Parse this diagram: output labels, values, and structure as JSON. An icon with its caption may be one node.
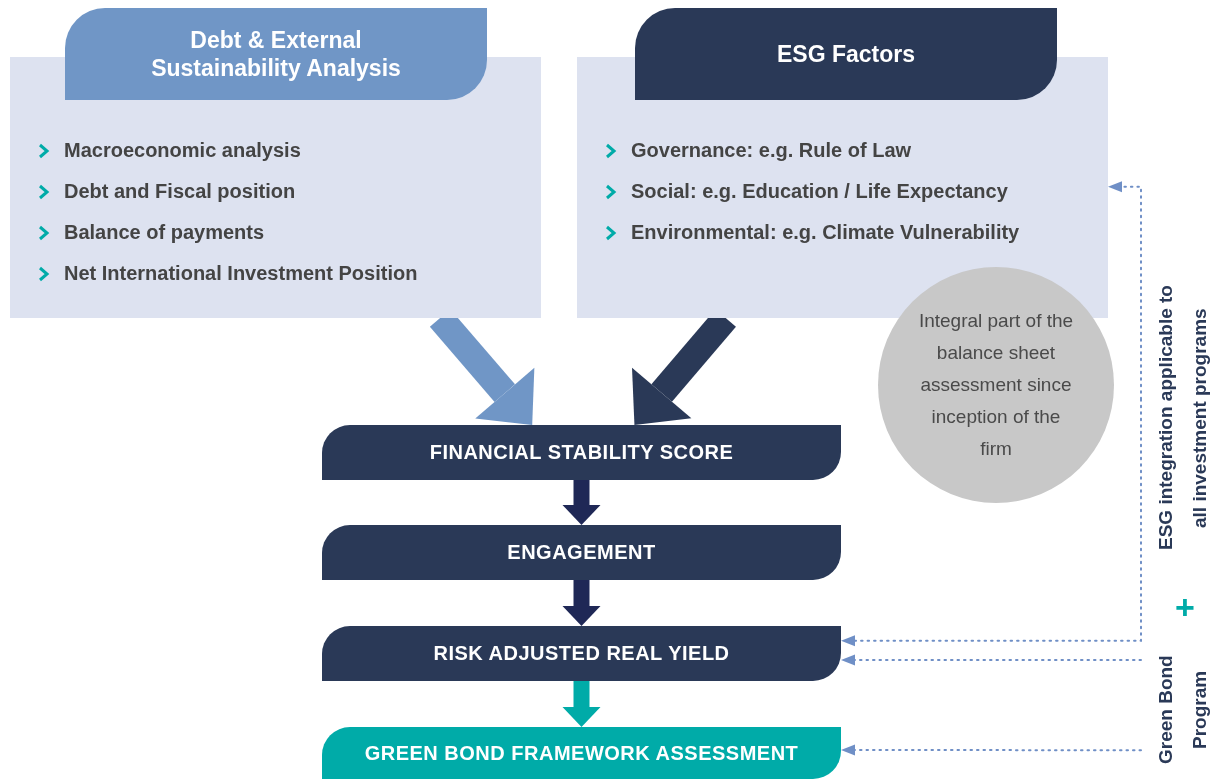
{
  "diagram": {
    "nodes": [
      {
        "text": [
          "Debt & External Sustainability Analysis",
          "Macroeconomic analysis",
          "Debt and Fiscal position",
          "Balance of payments",
          "Net International Investment Position"
        ]
      },
      {
        "text": [
          "ESG Factors",
          "Governance: e.g. Rule of Law",
          "Social: e.g. Education / Life Expectancy",
          "Environmental: e.g. Climate Vulnerability"
        ]
      },
      {
        "text": [
          "Integral part of the balance sheet assessment since inception of the firm"
        ]
      },
      {
        "text": [
          "FINANCIAL STABILITY SCORE"
        ]
      },
      {
        "text": [
          "ENGAGEMENT"
        ]
      },
      {
        "text": [
          "RISK ADJUSTED REAL YIELD"
        ]
      },
      {
        "text": [
          "GREEN BOND FRAMEWORK ASSESSMENT"
        ]
      },
      {
        "text": [
          "ESG integration applicable to all investment programs"
        ]
      },
      {
        "text": [
          "Green Bond Program"
        ]
      }
    ],
    "edges": [
      {
        "from": 0,
        "to": 3,
        "arrow": "to",
        "color": "#7096c6"
      },
      {
        "from": 1,
        "to": 3,
        "arrow": "to",
        "color": "#2a3957"
      },
      {
        "from": 3,
        "to": 4,
        "arrow": "to",
        "color": "#1f2856"
      },
      {
        "from": 4,
        "to": 5,
        "arrow": "to",
        "color": "#1f2856"
      },
      {
        "from": 5,
        "to": 6,
        "arrow": "to",
        "color": "#00aba8"
      },
      {
        "from": 7,
        "to": 1,
        "arrow": "to",
        "style": "dashed",
        "color": "#6f8fc6"
      },
      {
        "from": 7,
        "to": 5,
        "arrow": "to",
        "style": "dashed",
        "color": "#6f8fc6"
      },
      {
        "from": 8,
        "to": 5,
        "arrow": "to",
        "style": "dashed",
        "color": "#6f8fc6"
      },
      {
        "from": 8,
        "to": 6,
        "arrow": "to",
        "style": "dashed",
        "color": "#6f8fc6"
      }
    ],
    "labels": [
      "+"
    ]
  }
}
